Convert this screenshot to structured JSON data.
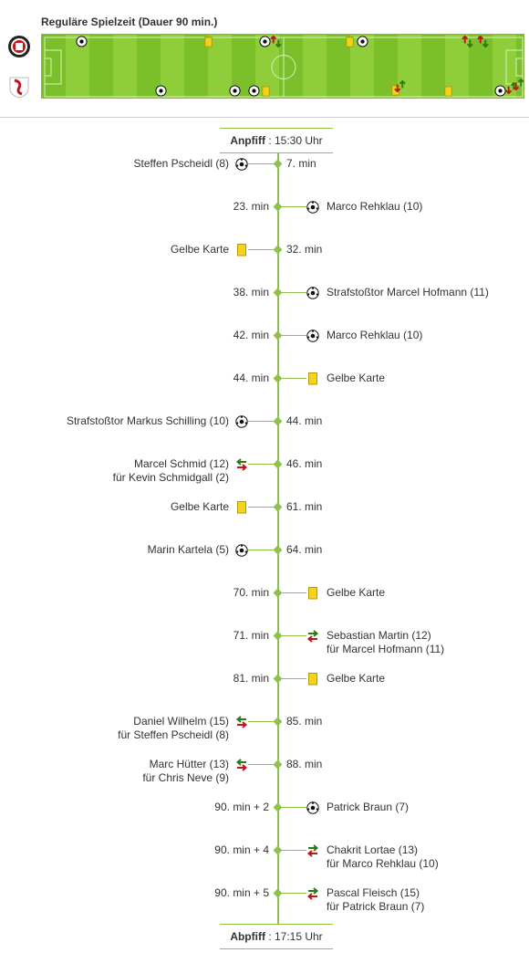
{
  "header": {
    "title": "Reguläre Spielzeit (Dauer 90 min.)"
  },
  "kickoff": {
    "label": "Anpfiff",
    "time": ": 15:30 Uhr"
  },
  "final_whistle": {
    "label": "Abpfiff",
    "time": ": 17:15 Uhr"
  },
  "events": [
    {
      "side": "left",
      "icon": "ball",
      "minute": "7. min",
      "line1": "Steffen Pscheidl (8)",
      "line2": ""
    },
    {
      "side": "right",
      "icon": "ball",
      "minute": "23. min",
      "line1": "Marco Rehklau (10)",
      "line2": ""
    },
    {
      "side": "left",
      "icon": "card",
      "minute": "32. min",
      "line1": "Gelbe Karte",
      "line2": ""
    },
    {
      "side": "right",
      "icon": "ball",
      "minute": "38. min",
      "line1": "Strafstoßtor Marcel Hofmann (11)",
      "line2": ""
    },
    {
      "side": "right",
      "icon": "ball",
      "minute": "42. min",
      "line1": "Marco Rehklau (10)",
      "line2": ""
    },
    {
      "side": "right",
      "icon": "card",
      "minute": "44. min",
      "line1": "Gelbe Karte",
      "line2": ""
    },
    {
      "side": "left",
      "icon": "ball",
      "minute": "44. min",
      "line1": "Strafstoßtor Markus Schilling (10)",
      "line2": ""
    },
    {
      "side": "left",
      "icon": "sub",
      "minute": "46. min",
      "line1": "Marcel Schmid (12)",
      "line2": "für Kevin Schmidgall (2)"
    },
    {
      "side": "left",
      "icon": "card",
      "minute": "61. min",
      "line1": "Gelbe Karte",
      "line2": ""
    },
    {
      "side": "left",
      "icon": "ball",
      "minute": "64. min",
      "line1": "Marin Kartela (5)",
      "line2": ""
    },
    {
      "side": "right",
      "icon": "card",
      "minute": "70. min",
      "line1": "Gelbe Karte",
      "line2": ""
    },
    {
      "side": "right",
      "icon": "sub",
      "minute": "71. min",
      "line1": "Sebastian Martin (12)",
      "line2": "für Marcel Hofmann (11)"
    },
    {
      "side": "right",
      "icon": "card",
      "minute": "81. min",
      "line1": "Gelbe Karte",
      "line2": ""
    },
    {
      "side": "left",
      "icon": "sub",
      "minute": "85. min",
      "line1": "Daniel Wilhelm (15)",
      "line2": "für Steffen Pscheidl (8)"
    },
    {
      "side": "left",
      "icon": "sub",
      "minute": "88. min",
      "line1": "Marc Hütter (13)",
      "line2": "für Chris Neve (9)"
    },
    {
      "side": "right",
      "icon": "ball",
      "minute": "90. min + 2",
      "line1": "Patrick Braun (7)",
      "line2": ""
    },
    {
      "side": "right",
      "icon": "sub",
      "minute": "90. min + 4",
      "line1": "Chakrit Lortae (13)",
      "line2": "für Marco Rehklau (10)"
    },
    {
      "side": "right",
      "icon": "sub",
      "minute": "90. min + 5",
      "line1": "Pascal Fleisch (15)",
      "line2": "für Patrick Braun (7)"
    }
  ],
  "pitch_markers": {
    "home_top": [
      "ball",
      "card",
      "ball",
      "sub",
      "card",
      "ball",
      "sub",
      "sub"
    ],
    "away_bottom": [
      "ball",
      "ball",
      "ball",
      "card",
      "sub",
      "card",
      "ball",
      "sub",
      "sub"
    ]
  }
}
